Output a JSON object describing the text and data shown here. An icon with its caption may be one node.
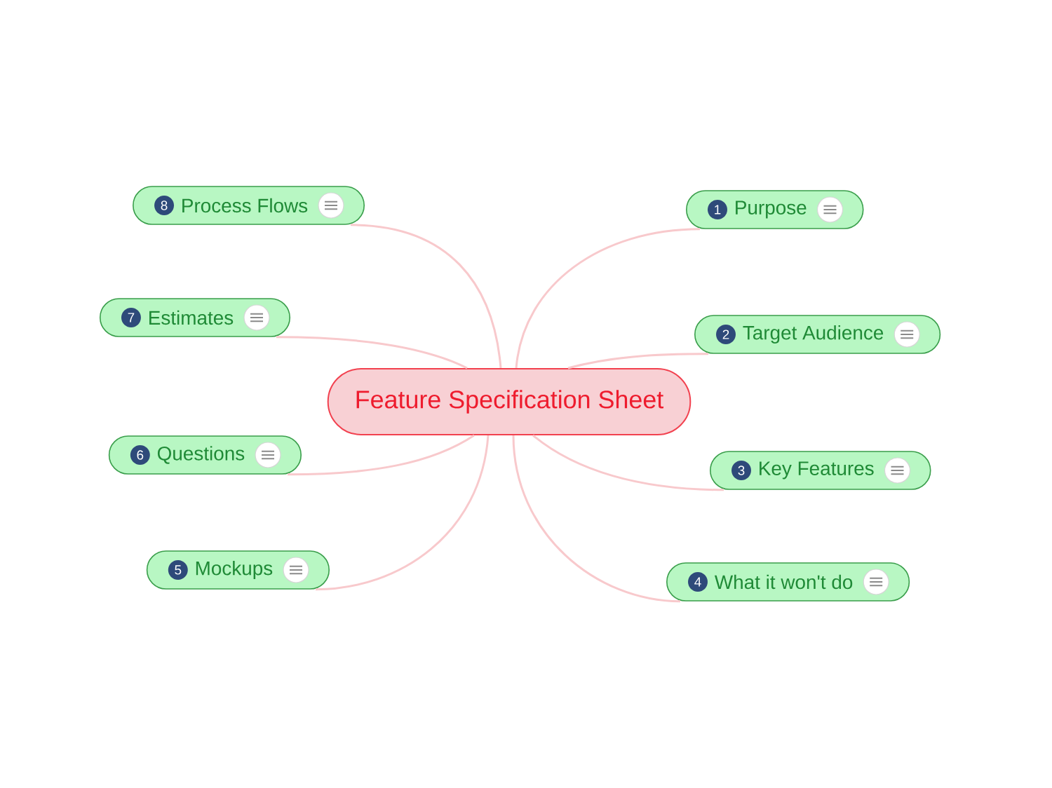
{
  "diagram": {
    "nodes": [
      {
        "text": [
          "Feature Specification Sheet"
        ]
      },
      {
        "text": [
          "1",
          "Purpose"
        ]
      },
      {
        "text": [
          "2",
          "Target Audience"
        ]
      },
      {
        "text": [
          "3",
          "Key Features"
        ]
      },
      {
        "text": [
          "4",
          "What it won't do"
        ]
      },
      {
        "text": [
          "5",
          "Mockups"
        ]
      },
      {
        "text": [
          "6",
          "Questions"
        ]
      },
      {
        "text": [
          "7",
          "Estimates"
        ]
      },
      {
        "text": [
          "8",
          "Process Flows"
        ]
      }
    ],
    "edges": [
      {
        "from": 0,
        "to": 1,
        "arrow": "none"
      },
      {
        "from": 0,
        "to": 2,
        "arrow": "none"
      },
      {
        "from": 0,
        "to": 3,
        "arrow": "none"
      },
      {
        "from": 0,
        "to": 4,
        "arrow": "none"
      },
      {
        "from": 0,
        "to": 5,
        "arrow": "none"
      },
      {
        "from": 0,
        "to": 6,
        "arrow": "none"
      },
      {
        "from": 0,
        "to": 7,
        "arrow": "none"
      },
      {
        "from": 0,
        "to": 8,
        "arrow": "none"
      }
    ]
  }
}
